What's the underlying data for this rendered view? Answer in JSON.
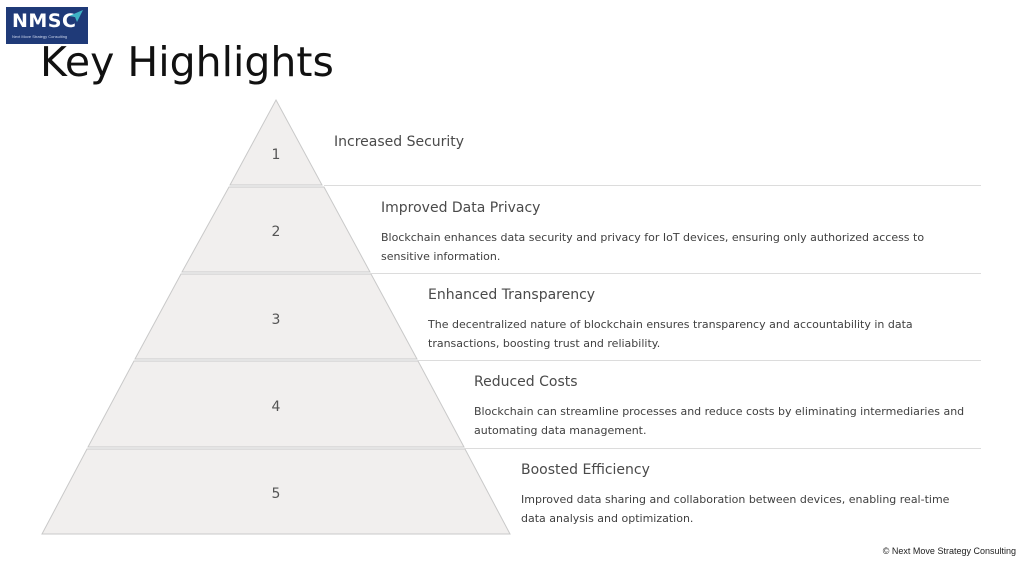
{
  "logo": {
    "text": "NMSC",
    "tagline": "Next Move Strategy Consulting"
  },
  "title": "Key Highlights",
  "tiers": [
    {
      "number": "1",
      "heading": "Increased Security",
      "description": ""
    },
    {
      "number": "2",
      "heading": "Improved Data Privacy",
      "description": "Blockchain enhances data security and privacy for IoT devices, ensuring only authorized access to sensitive information."
    },
    {
      "number": "3",
      "heading": "Enhanced Transparency",
      "description": "The decentralized nature of blockchain ensures transparency and accountability in data transactions, boosting trust and reliability."
    },
    {
      "number": "4",
      "heading": "Reduced Costs",
      "description": "Blockchain can streamline processes and reduce costs by eliminating intermediaries and automating data management."
    },
    {
      "number": "5",
      "heading": "Boosted Efficiency",
      "description": "Improved data sharing and collaboration between devices, enabling real-time data analysis and optimization."
    }
  ],
  "footer": "© Next Move Strategy Consulting",
  "colors": {
    "logo_bg": "#1f3a78",
    "tier_fill": "#f1efee",
    "tier_stroke": "#c9c9c9",
    "divider": "#dcdcdc"
  }
}
